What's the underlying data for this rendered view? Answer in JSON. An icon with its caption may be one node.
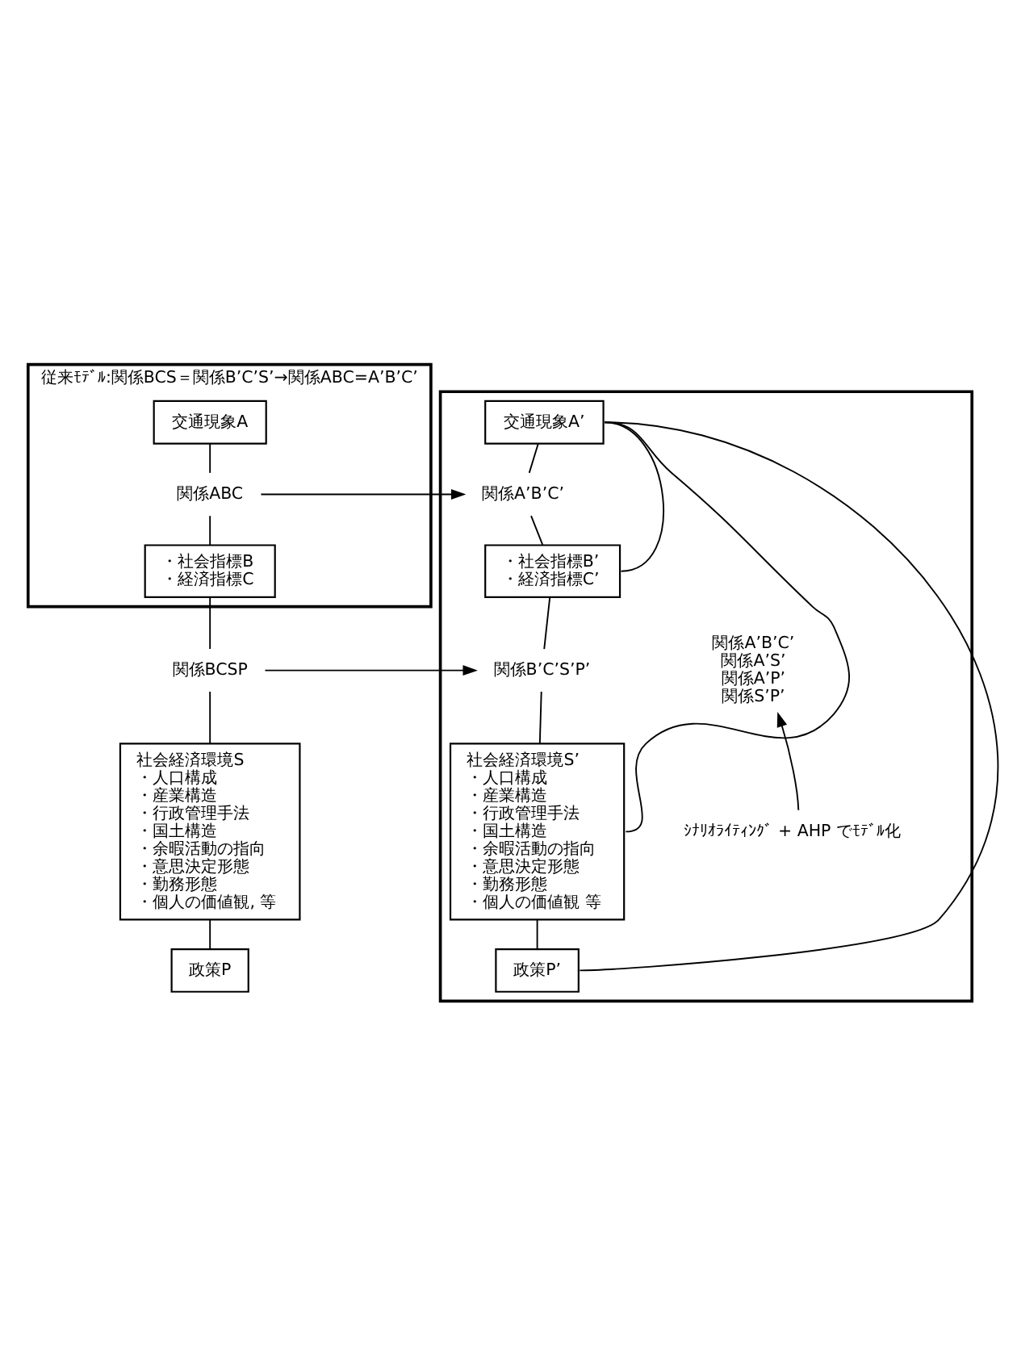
{
  "diagram": {
    "nodes": [
      {
        "text": [
          "従来ﾓﾃﾞﾙ:関係BCS＝関係B’C’S’→関係ABC=A’B’C’"
        ]
      },
      {
        "text": [],
        "shape": "box"
      },
      {
        "text": [
          "交通現象A"
        ],
        "in": 0
      },
      {
        "text": [
          "関係ABC"
        ],
        "in": 0
      },
      {
        "text": [
          "・社会指標B",
          "・経済指標C"
        ],
        "in": 0
      },
      {
        "text": [
          "交通現象A’"
        ],
        "in": 1
      },
      {
        "text": [
          "関係A’B’C’"
        ],
        "in": 1
      },
      {
        "text": [
          "・社会指標B’",
          "・経済指標C’"
        ],
        "in": 1
      },
      {
        "text": [
          "関係BCSP"
        ]
      },
      {
        "text": [
          "関係B’C’S’P’"
        ],
        "in": 1
      },
      {
        "text": [
          "社会経済環境S",
          "・人口構成",
          "・産業構造",
          "・行政管理手法",
          "・国土構造",
          "・余暇活動の指向",
          "・意思決定形態",
          "・勤務形態",
          "・個人の価値観, 等"
        ]
      },
      {
        "text": [
          "社会経済環境S’",
          "・人口構成",
          "・産業構造",
          "・行政管理手法",
          "・国土構造",
          "・余暇活動の指向",
          "・意思決定形態",
          "・勤務形態",
          "・個人の価値観 等"
        ],
        "in": 1
      },
      {
        "text": [
          "政策P"
        ]
      },
      {
        "text": [
          "政策P’"
        ],
        "in": 1
      },
      {
        "text": [
          "関係A’B’C’",
          "関係A’S’",
          "関係A’P’",
          "関係S’P’"
        ],
        "in": 1
      },
      {
        "text": [
          "ｼﾅﾘｵﾗｲﾃｨﾝｸﾞ + AHP でﾓﾃﾞﾙ化"
        ],
        "in": 1
      }
    ],
    "edges": [
      {
        "from": 2,
        "to": 3,
        "arrow": "none"
      },
      {
        "from": 3,
        "to": 4,
        "arrow": "none"
      },
      {
        "from": 3,
        "to": 6,
        "arrow": "to"
      },
      {
        "from": 5,
        "to": 6,
        "arrow": "none"
      },
      {
        "from": 6,
        "to": 7,
        "arrow": "none"
      },
      {
        "from": 4,
        "to": 8,
        "arrow": "none"
      },
      {
        "from": 8,
        "to": 10,
        "arrow": "none"
      },
      {
        "from": 10,
        "to": 12,
        "arrow": "none"
      },
      {
        "from": 8,
        "to": 9,
        "arrow": "to"
      },
      {
        "from": 7,
        "to": 9,
        "arrow": "none"
      },
      {
        "from": 9,
        "to": 11,
        "arrow": "none"
      },
      {
        "from": 11,
        "to": 13,
        "arrow": "none"
      },
      {
        "from": 5,
        "to": 7,
        "arrow": "none"
      },
      {
        "from": 5,
        "to": 11,
        "arrow": "none"
      },
      {
        "from": 5,
        "to": 13,
        "arrow": "none"
      },
      {
        "from": 15,
        "to": 14,
        "arrow": "to"
      }
    ]
  }
}
